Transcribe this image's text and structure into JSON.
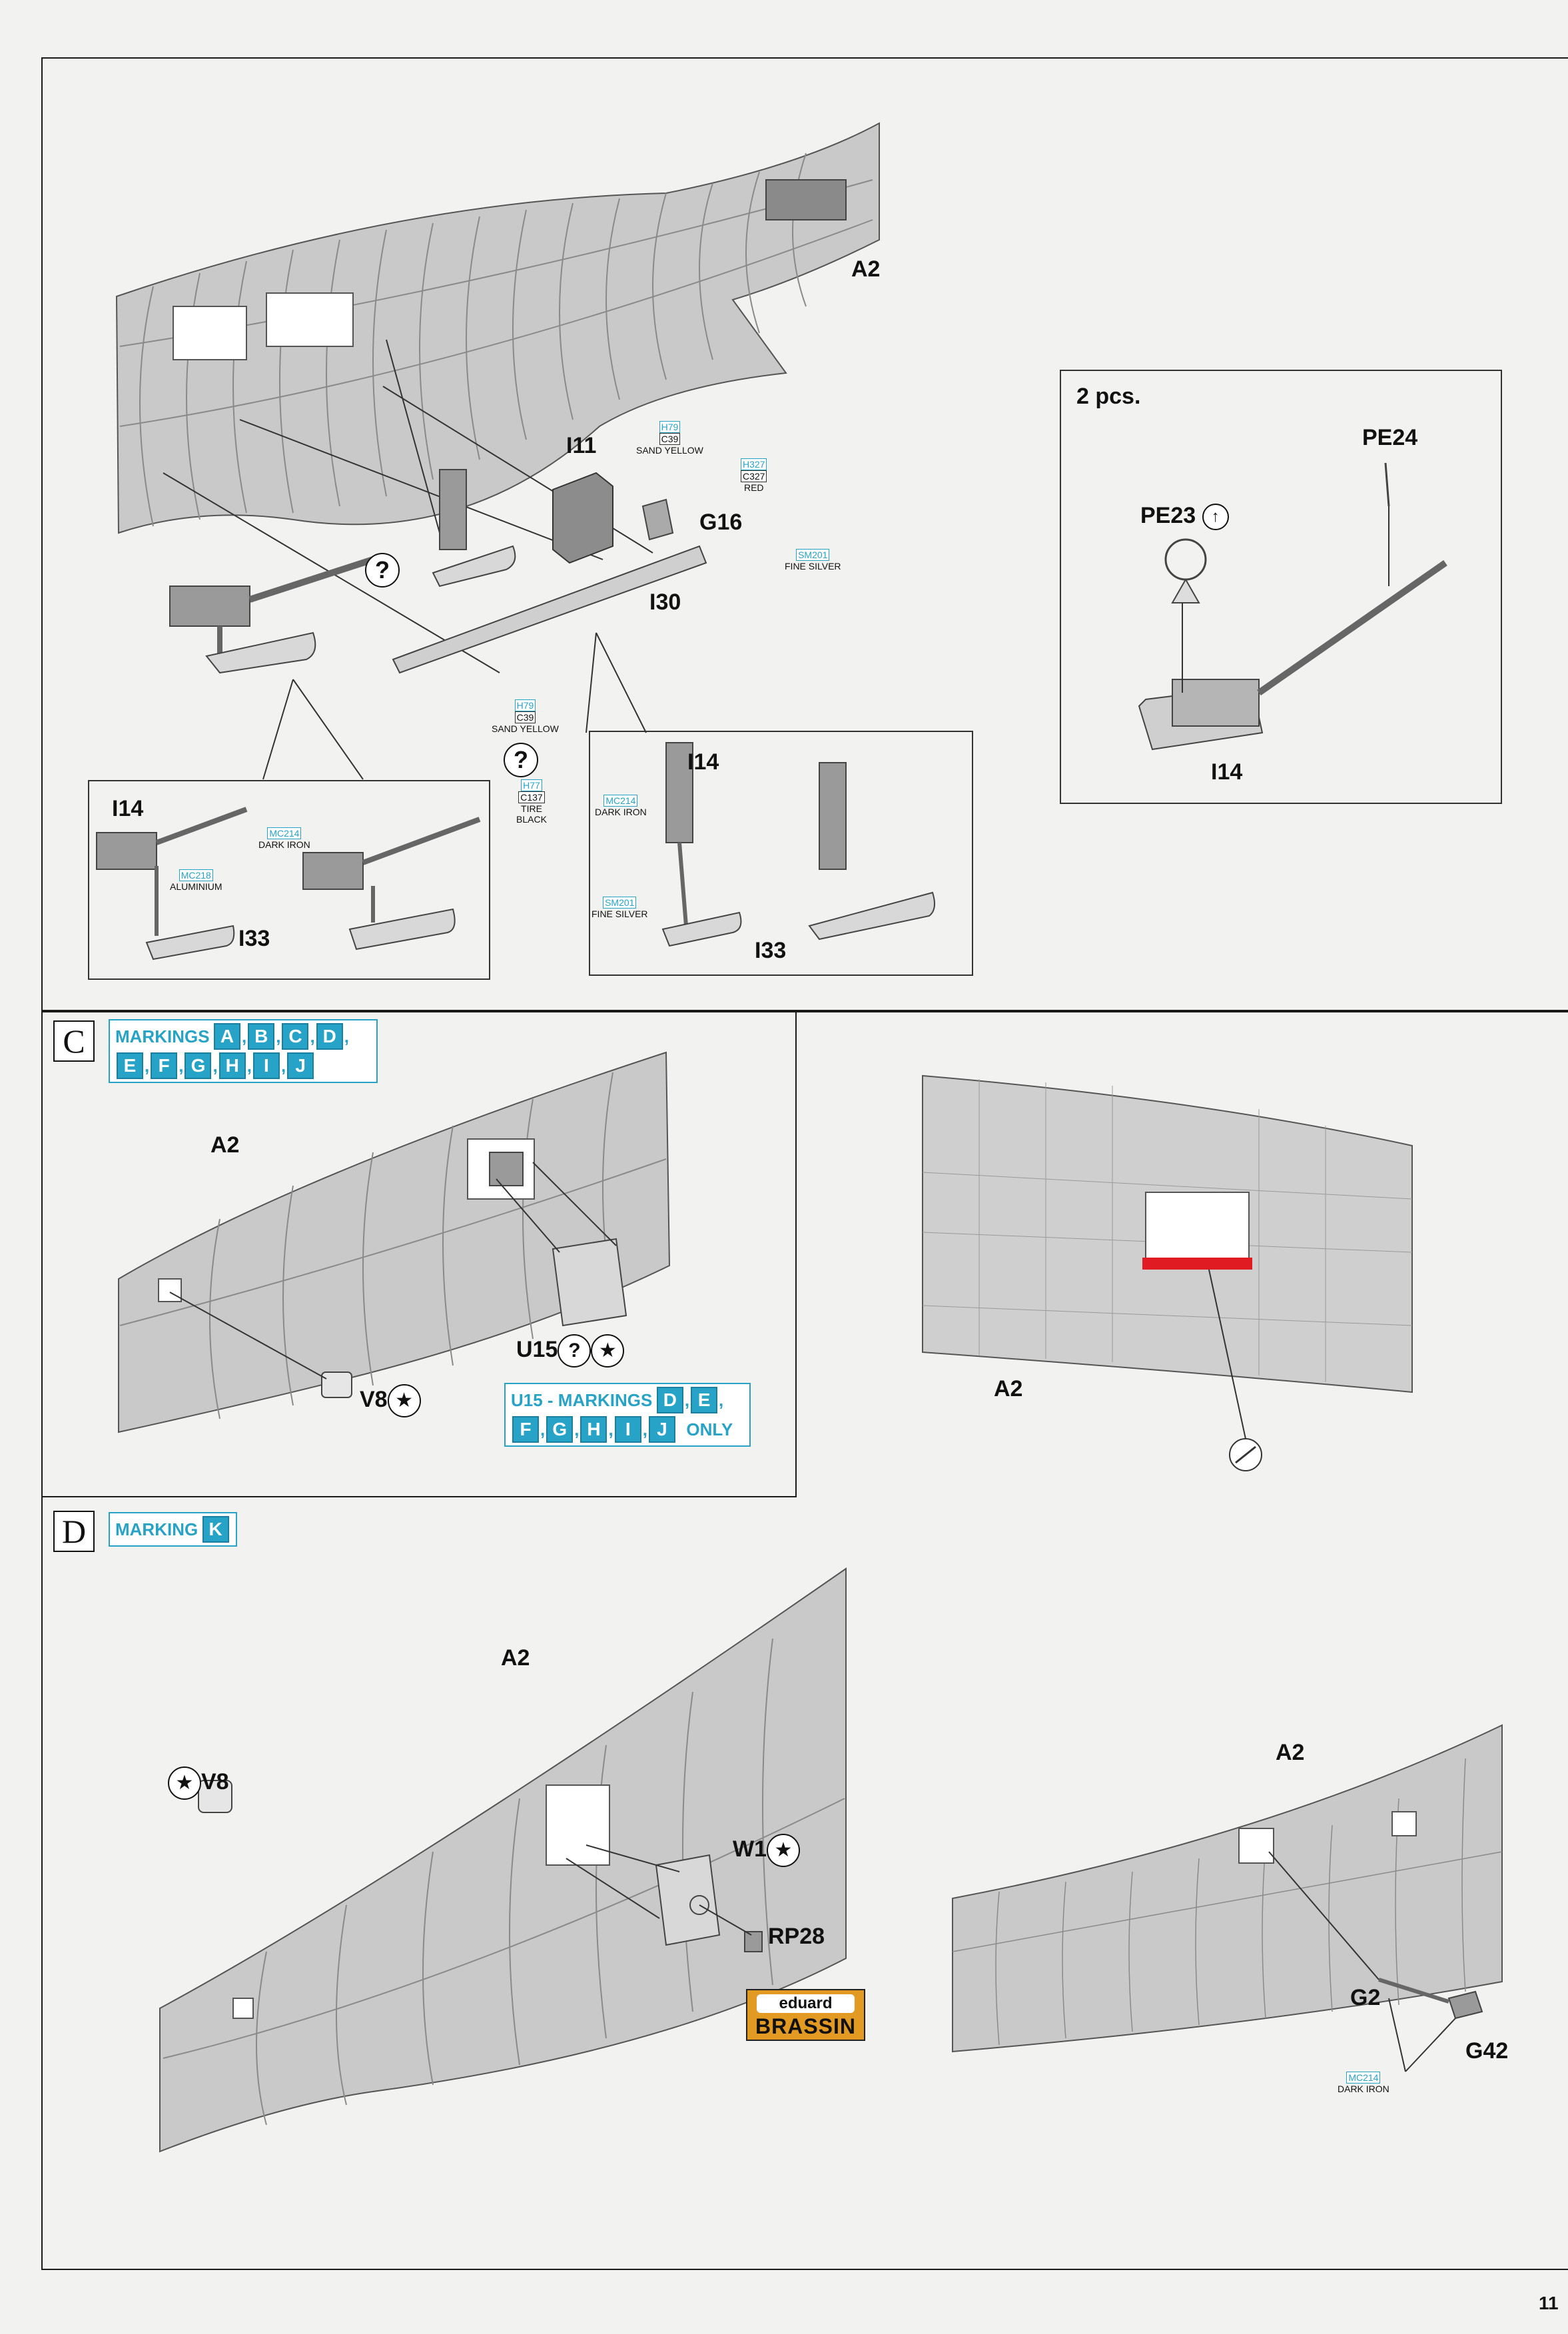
{
  "page_number": "11",
  "top": {
    "fuselage_label": "A2",
    "gun_question_mark": "?",
    "mount_question_mark": "?",
    "parts": {
      "i11": "I11",
      "g16": "G16",
      "i30": "I30"
    },
    "paints_i11": {
      "h": "H79",
      "c": "C39",
      "name": "SAND YELLOW"
    },
    "paints_g16": {
      "h": "H327",
      "c": "C327",
      "name": "RED"
    },
    "paints_i30": {
      "code": "SM201",
      "name": "FINE SILVER"
    },
    "paints_mount": {
      "h": "H79",
      "c": "C39",
      "name": "SAND YELLOW"
    },
    "paints_tire": {
      "h": "H77",
      "c": "C137",
      "name1": "TIRE",
      "name2": "BLACK"
    },
    "inset_left": {
      "gun": "I14",
      "mount": "I33",
      "paint1_code": "MC214",
      "paint1_name": "DARK IRON",
      "paint2_code": "MC218",
      "paint2_name": "ALUMINIUM"
    },
    "inset_right": {
      "gun": "I14",
      "mount": "I33",
      "paint1_code": "MC214",
      "paint1_name": "DARK IRON",
      "paint2_code": "SM201",
      "paint2_name": "FINE SILVER"
    },
    "detail_box": {
      "qty": "2 pcs.",
      "pe24": "PE24",
      "pe23": "PE23",
      "gun": "I14"
    }
  },
  "section_c": {
    "letter": "C",
    "markings_title": "MARKINGS",
    "markings_row1": [
      "A",
      "B",
      "C",
      "D"
    ],
    "markings_row2": [
      "E",
      "F",
      "G",
      "H",
      "I",
      "J"
    ],
    "fuselage_label": "A2",
    "v8": "V8",
    "u15": "U15",
    "u15_question": "?",
    "u15_note_prefix": "U15 - MARKINGS",
    "u15_row1": [
      "D",
      "E"
    ],
    "u15_row2": [
      "F",
      "G",
      "H",
      "I",
      "J"
    ],
    "u15_only": "ONLY",
    "right_label": "A2"
  },
  "section_d": {
    "letter": "D",
    "marking_title": "MARKING",
    "marking_letter": "K",
    "fuselage_label": "A2",
    "v8": "V8",
    "w1": "W1",
    "rp28": "RP28",
    "brassin_top": "eduard",
    "brassin_bottom": "BRASSIN",
    "right_label": "A2",
    "g2": "G2",
    "g42": "G42",
    "paint_code": "MC214",
    "paint_name": "DARK IRON"
  }
}
